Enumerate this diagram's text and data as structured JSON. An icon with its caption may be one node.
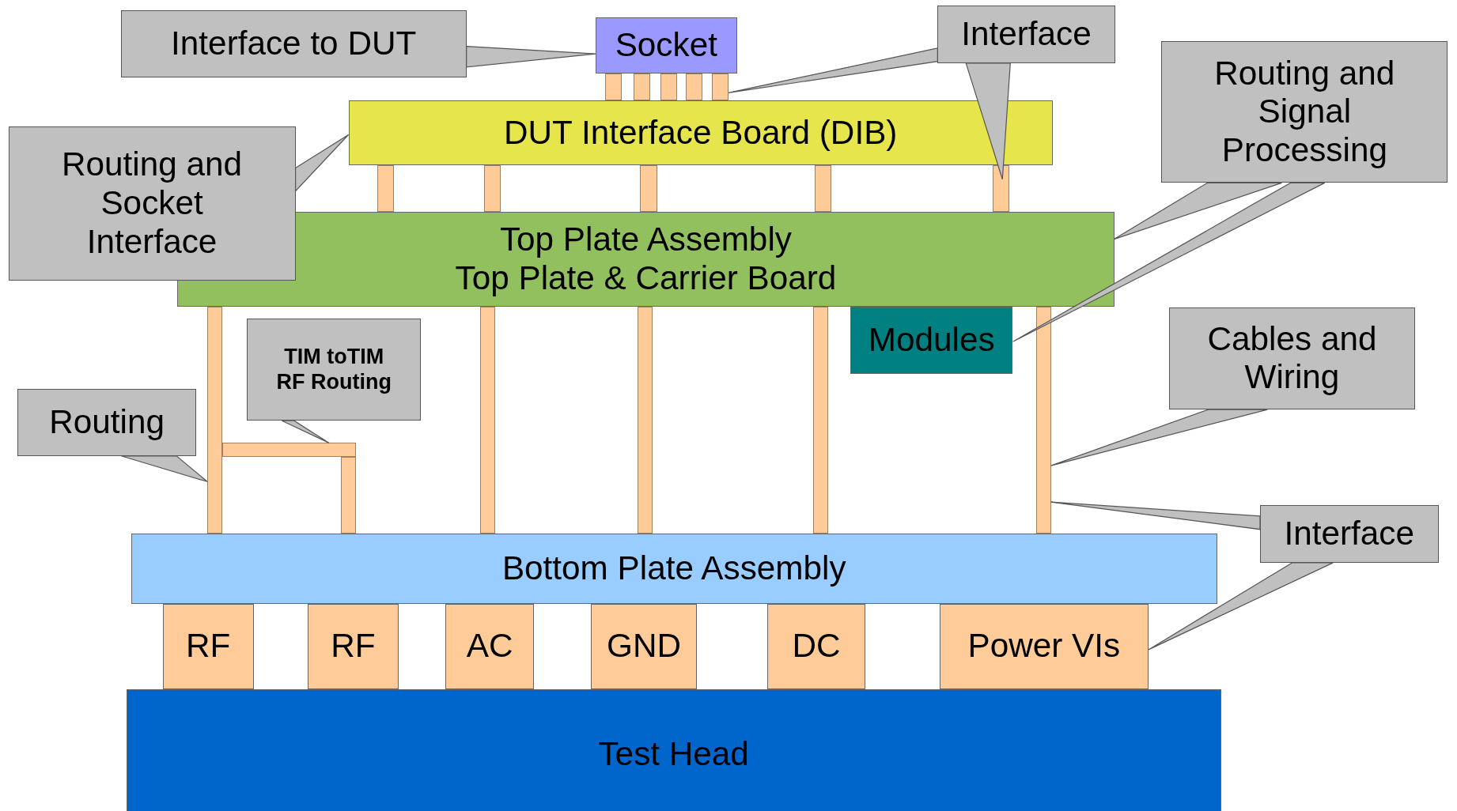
{
  "diagram": {
    "nodes": [
      {
        "text": [
          "Interface to DUT"
        ]
      },
      {
        "text": [
          "Socket"
        ]
      },
      {
        "text": [
          "Interface"
        ]
      },
      {
        "text": [
          "Routing and Signal Processing"
        ]
      },
      {
        "text": [],
        "shape": "bar"
      },
      {
        "text": [],
        "shape": "bar"
      },
      {
        "text": [],
        "shape": "bar"
      },
      {
        "text": [],
        "shape": "bar"
      },
      {
        "text": [],
        "shape": "bar"
      },
      {
        "text": [
          "DUT Interface Board (DIB)"
        ]
      },
      {
        "text": [
          "Routing and Socket Interface"
        ]
      },
      {
        "text": [],
        "shape": "bar"
      },
      {
        "text": [],
        "shape": "bar"
      },
      {
        "text": [],
        "shape": "bar"
      },
      {
        "text": [],
        "shape": "bar"
      },
      {
        "text": [],
        "shape": "bar"
      },
      {
        "text": [
          "Top Plate Assembly",
          "Top Plate & Carrier Board"
        ]
      },
      {
        "text": [
          "Cables and Wiring"
        ]
      },
      {
        "text": [
          "Modules"
        ]
      },
      {
        "text": [
          "TIM toTIM RF Routing"
        ]
      },
      {
        "text": [
          "Routing"
        ]
      },
      {
        "text": [],
        "shape": "bar"
      },
      {
        "text": [],
        "shape": "bar"
      },
      {
        "text": [],
        "shape": "bar"
      },
      {
        "text": [],
        "shape": "bar"
      },
      {
        "text": [],
        "shape": "bar"
      },
      {
        "text": [],
        "shape": "bar"
      },
      {
        "text": [],
        "shape": "bar"
      },
      {
        "text": [
          "Interface"
        ]
      },
      {
        "text": [
          "Bottom Plate Assembly"
        ]
      },
      {
        "text": [
          "RF"
        ]
      },
      {
        "text": [
          "RF"
        ]
      },
      {
        "text": [
          "AC"
        ]
      },
      {
        "text": [
          "GND"
        ]
      },
      {
        "text": [
          "DC"
        ]
      },
      {
        "text": [
          "Power VIs"
        ]
      },
      {
        "text": [
          "Test Head"
        ]
      }
    ],
    "edges": [
      {
        "from": 0,
        "to": 1,
        "arrow": "none"
      },
      {
        "from": 2,
        "to": 8,
        "arrow": "none"
      },
      {
        "from": 2,
        "to": 15,
        "arrow": "none"
      },
      {
        "from": 3,
        "to": 16,
        "arrow": "none"
      },
      {
        "from": 3,
        "to": 18,
        "arrow": "none"
      },
      {
        "from": 10,
        "to": 9,
        "arrow": "none"
      },
      {
        "from": 19,
        "to": 22,
        "arrow": "none"
      },
      {
        "from": 20,
        "to": 21,
        "arrow": "none"
      },
      {
        "from": 17,
        "to": 27,
        "arrow": "none"
      },
      {
        "from": 28,
        "to": 27,
        "arrow": "none"
      },
      {
        "from": 28,
        "to": 35,
        "arrow": "none"
      }
    ]
  }
}
